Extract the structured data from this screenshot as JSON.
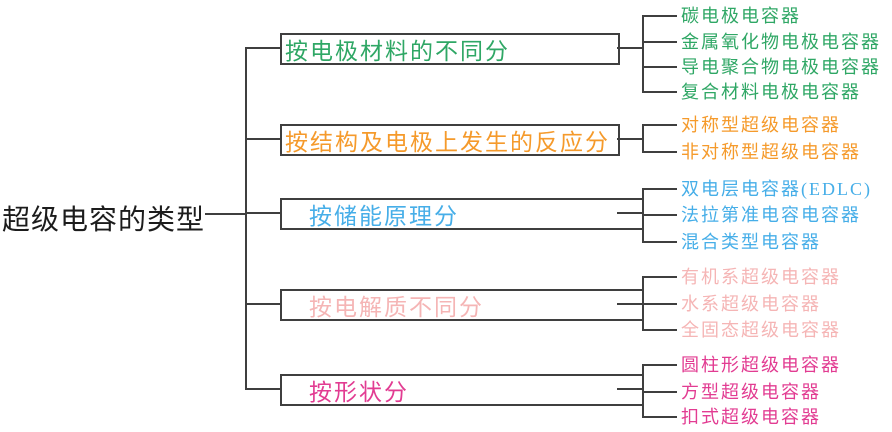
{
  "title": "超级电容的类型",
  "line_color": "#3f3f3f",
  "branches": [
    {
      "label": "按电极材料的不同分",
      "color": "#2fa765",
      "leaves": [
        "碳电极电容器",
        "金属氧化物电极电容器",
        "导电聚合物电极电容器",
        "复合材料电极电容器"
      ]
    },
    {
      "label": "按结构及电极上发生的反应分",
      "color": "#f59a2b",
      "leaves": [
        "对称型超级电容器",
        "非对称型超级电容器"
      ]
    },
    {
      "label": "按储能原理分",
      "color": "#46aee8",
      "leaves": [
        "双电层电容器(EDLC)",
        "法拉第准电容电容器",
        "混合类型电容器"
      ]
    },
    {
      "label": "按电解质不同分",
      "color": "#f5b5b5",
      "leaves": [
        "有机系超级电容器",
        "水系超级电容器",
        "全固态超级电容器"
      ]
    },
    {
      "label": "按形状分",
      "color": "#e23c92",
      "leaves": [
        "圆柱形超级电容器",
        "方型超级电容器",
        "扣式超级电容器"
      ]
    }
  ]
}
